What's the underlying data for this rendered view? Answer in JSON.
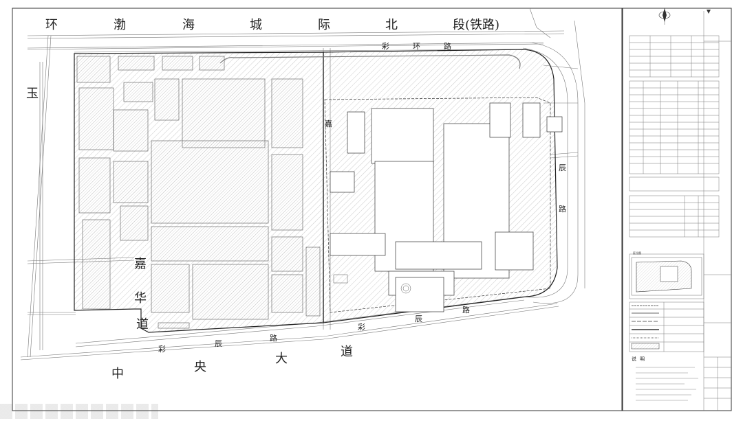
{
  "roads": {
    "north_rail": [
      "环",
      "渤",
      "海",
      "城",
      "际",
      "北",
      "段(铁路)"
    ],
    "caihuan": [
      "彩",
      "环",
      "路"
    ],
    "jiahua": [
      "嘉",
      "华",
      "道"
    ],
    "chenyu": [
      "辰",
      "路"
    ],
    "caichen_lower": [
      "彩",
      "辰",
      "路"
    ],
    "caichen_south": [
      "彩",
      "辰",
      "路"
    ],
    "zhongyang": [
      "中",
      "央",
      "大",
      "道"
    ],
    "jia_inner": [
      "嘉"
    ],
    "side_letter": "玉"
  },
  "panels": {
    "notes_title": [
      "说",
      "明"
    ],
    "location_map_title": "区位图"
  }
}
